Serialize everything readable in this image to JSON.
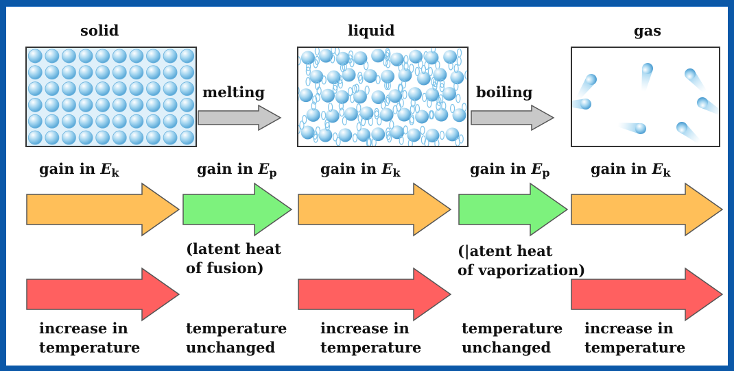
{
  "states": {
    "solid": "solid",
    "liquid": "liquid",
    "gas": "gas"
  },
  "transitions": {
    "melting": "melting",
    "boiling": "boiling"
  },
  "energy_row": {
    "col1": {
      "prefix": "gain in ",
      "var": "E",
      "sub": "k"
    },
    "col2": {
      "prefix": "gain in ",
      "var": "E",
      "sub": "p"
    },
    "col3": {
      "prefix": "gain in ",
      "var": "E",
      "sub": "k"
    },
    "col4": {
      "prefix": "gain in ",
      "var": "E",
      "sub": "p"
    },
    "col5": {
      "prefix": "gain in ",
      "var": "E",
      "sub": "k"
    }
  },
  "latent": {
    "fusion": "(latent heat\nof fusion)",
    "vaporization": "(|atent heat\nof vaporization)"
  },
  "temperature_row": {
    "col1": "increase in\ntemperature",
    "col2": "temperature\nunchanged",
    "col3": "increase in\ntemperature",
    "col4": "temperature\nunchanged",
    "col5": "increase in\ntemperature"
  },
  "colors": {
    "frame": "#0b58a8",
    "kinetic_arrow": "#ffbf59",
    "potential_arrow": "#7df27d",
    "temperature_arrow": "#ff6060",
    "transition_arrow": "#c8c8c8",
    "particle": "#7fc4ea"
  }
}
